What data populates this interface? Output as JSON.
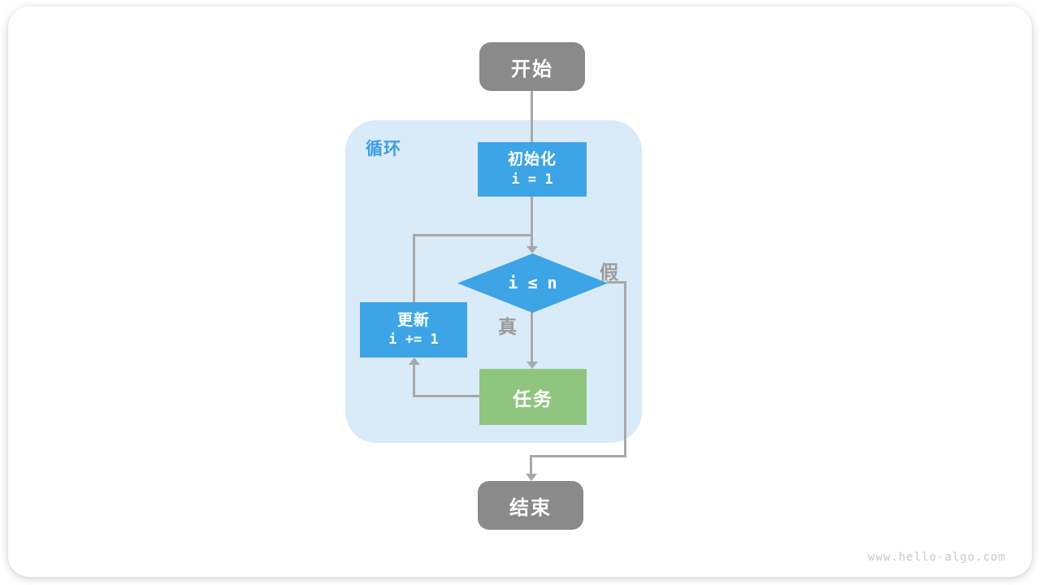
{
  "colors": {
    "blue": "#3DA4E6",
    "green": "#8FC57F",
    "node-gray": "#8A8A8A",
    "line": "#A8A8A8",
    "loop-bg": "#D9EAF8",
    "loop-label": "#3D9EE3",
    "edge-label": "#9B9B9B",
    "watermark": "#C9C9C9"
  },
  "nodes": {
    "start": {
      "label": "开始"
    },
    "loop": {
      "label": "循环"
    },
    "init": {
      "title": "初始化",
      "code": "i = 1"
    },
    "condition": {
      "code": "i ≤ n"
    },
    "update": {
      "title": "更新",
      "code": "i += 1"
    },
    "task": {
      "label": "任务"
    },
    "end": {
      "label": "结束"
    }
  },
  "edges": {
    "true_label": "真",
    "false_label": "假"
  },
  "footer": {
    "watermark": "www.hello-algo.com"
  }
}
